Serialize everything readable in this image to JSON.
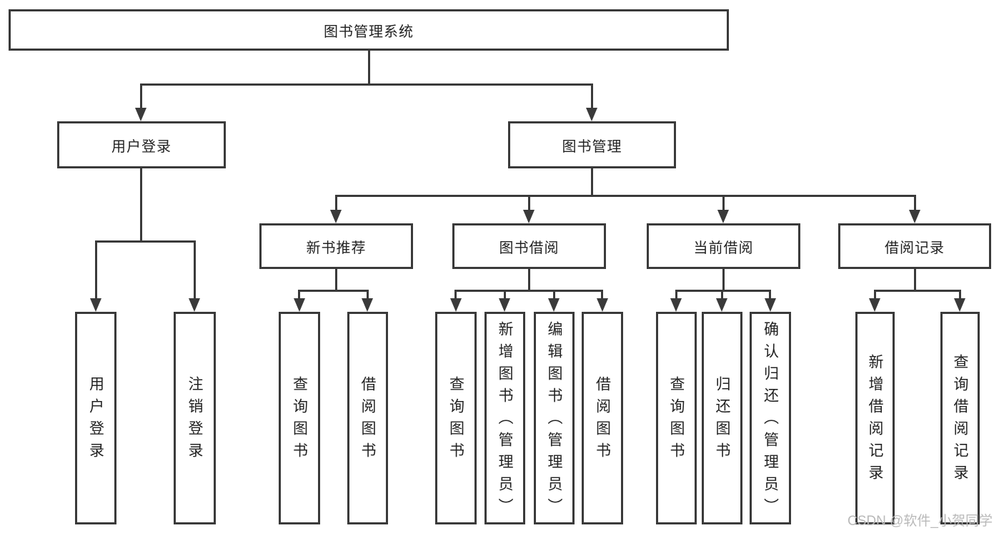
{
  "colors": {
    "line": "#3a3a3a",
    "text": "#222222",
    "background": "#ffffff",
    "watermark": "#b9b9b9"
  },
  "watermark": "CSDN @软件_小贺同学",
  "tree": {
    "root": "图书管理系统",
    "user_login": {
      "label": "用户登录",
      "children": [
        "用户登录",
        "注销登录"
      ]
    },
    "book_mgmt": {
      "label": "图书管理",
      "sections": [
        {
          "label": "新书推荐",
          "children": [
            "查询图书",
            "借阅图书"
          ]
        },
        {
          "label": "图书借阅",
          "children": [
            "查询图书",
            "新增图书（管理员）",
            "编辑图书（管理员）",
            "借阅图书"
          ]
        },
        {
          "label": "当前借阅",
          "children": [
            "查询图书",
            "归还图书",
            "确认归还（管理员）"
          ]
        },
        {
          "label": "借阅记录",
          "children": [
            "新增借阅记录",
            "查询借阅记录"
          ]
        }
      ]
    }
  }
}
